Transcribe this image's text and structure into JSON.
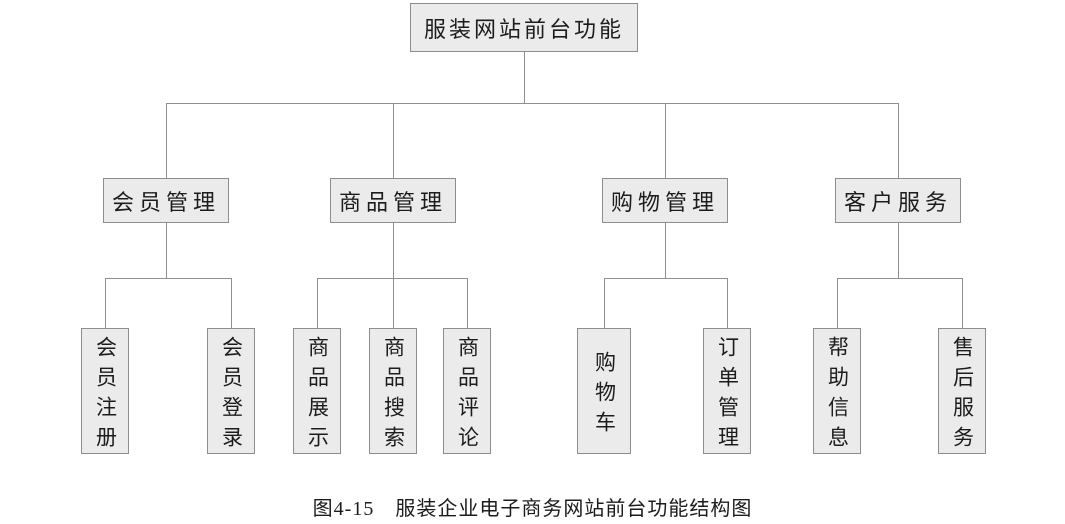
{
  "diagram": {
    "root": {
      "label": "服装网站前台功能"
    },
    "branches": [
      {
        "label": "会员管理",
        "children": [
          {
            "label": "会员注册"
          },
          {
            "label": "会员登录"
          }
        ]
      },
      {
        "label": "商品管理",
        "children": [
          {
            "label": "商品展示"
          },
          {
            "label": "商品搜索"
          },
          {
            "label": "商品评论"
          }
        ]
      },
      {
        "label": "购物管理",
        "children": [
          {
            "label": "购物车"
          },
          {
            "label": "订单管理"
          }
        ]
      },
      {
        "label": "客户服务",
        "children": [
          {
            "label": "帮助信息"
          },
          {
            "label": "售后服务"
          }
        ]
      }
    ],
    "caption": "图4-15　服装企业电子商务网站前台功能结构图",
    "colors": {
      "background": "#ffffff",
      "box_fill": "#ebebeb",
      "box_border": "#8d8d8d",
      "connector_line": "#8f8f8f",
      "text": "#1c1c1c"
    }
  }
}
